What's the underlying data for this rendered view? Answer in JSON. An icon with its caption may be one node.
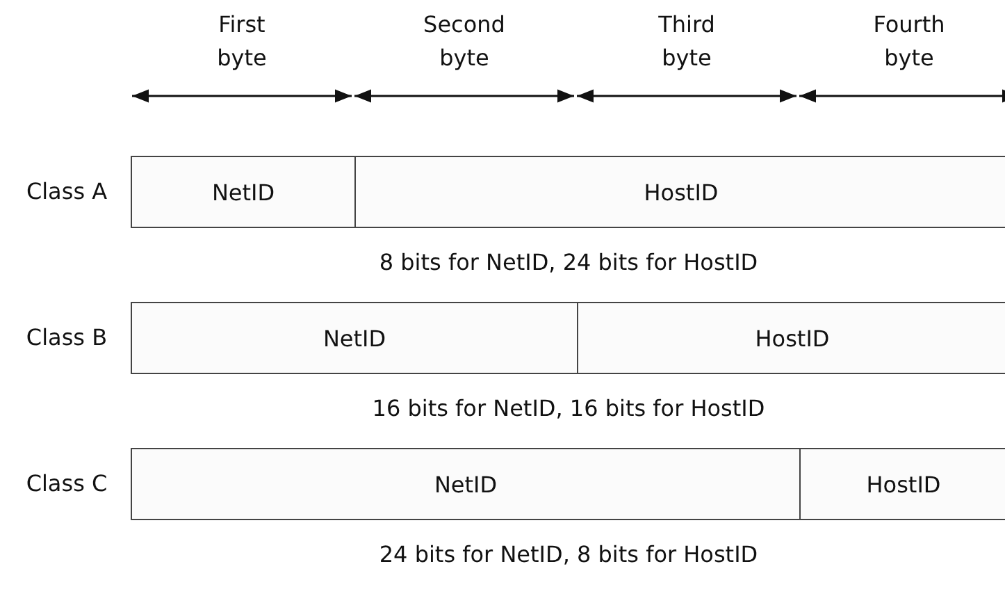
{
  "diagram": {
    "nodes": [
      {
        "text": [],
        "shape": "bar",
        "beside": [
          "Class A",
          "8 bits for NetID, 24 bits for HostID"
        ]
      },
      {
        "text": [
          "NetID"
        ],
        "in": 0
      },
      {
        "text": [
          "HostID"
        ],
        "in": 0
      },
      {
        "text": [],
        "shape": "bar",
        "beside": [
          "Class B",
          "16 bits for NetID, 16 bits for HostID"
        ]
      },
      {
        "text": [
          "NetID"
        ],
        "in": 3
      },
      {
        "text": [
          "HostID"
        ],
        "in": 3
      },
      {
        "text": [],
        "shape": "bar",
        "beside": [
          "Class C",
          "24 bits for NetID, 8 bits for HostID"
        ]
      },
      {
        "text": [
          "NetID"
        ],
        "in": 6
      },
      {
        "text": [
          "HostID"
        ],
        "in": 6
      }
    ],
    "labels": [
      "First byte",
      "Second byte",
      "Third byte",
      "Fourth byte"
    ]
  }
}
